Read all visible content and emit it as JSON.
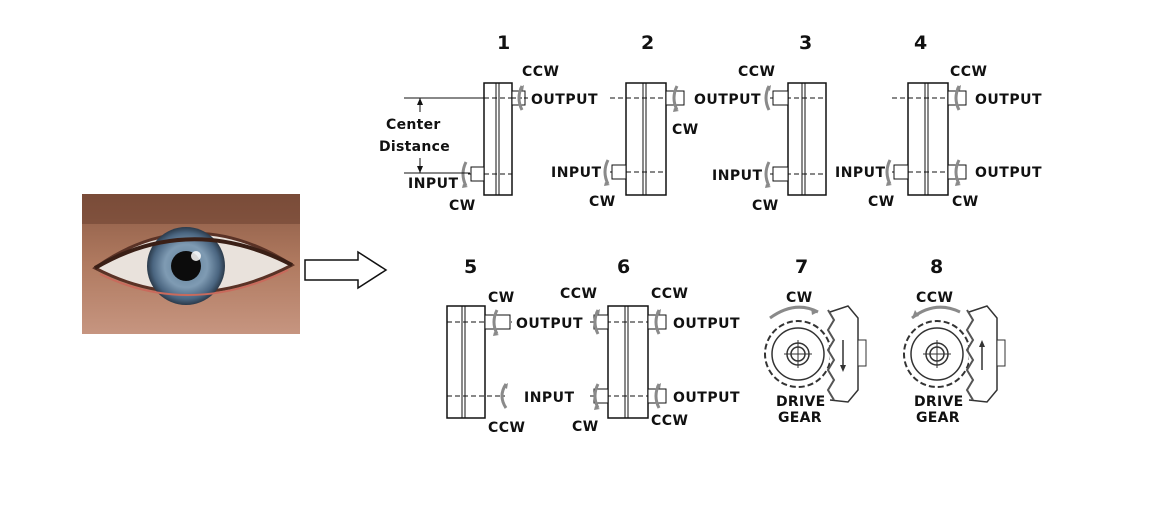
{
  "image_subject": "eye-photo",
  "labels": {
    "input": "INPUT",
    "output": "OUTPUT",
    "cw": "CW",
    "ccw": "CCW",
    "center": "Center",
    "distance": "Distance",
    "drive": "DRIVE",
    "gear": "GEAR"
  },
  "configs": [
    {
      "number": "1"
    },
    {
      "number": "2"
    },
    {
      "number": "3"
    },
    {
      "number": "4"
    },
    {
      "number": "5"
    },
    {
      "number": "6"
    },
    {
      "number": "7"
    },
    {
      "number": "8"
    }
  ],
  "colors": {
    "line": "#111111",
    "arrow_gray": "#8a8a8a",
    "gear_gray": "#555555"
  }
}
